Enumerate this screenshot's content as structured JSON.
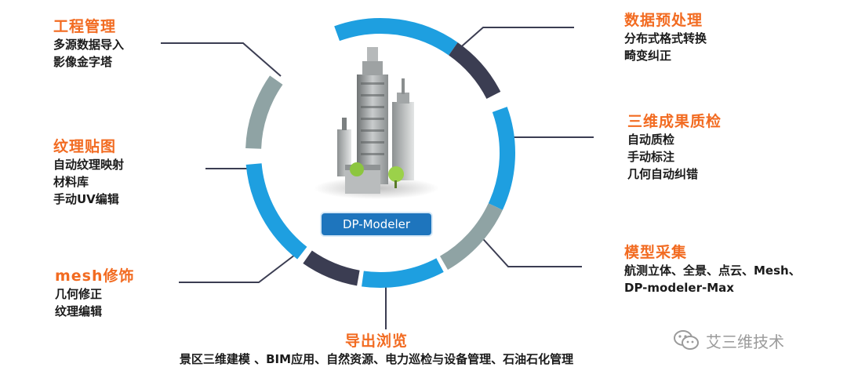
{
  "product": {
    "label": "DP-Modeler"
  },
  "colors": {
    "accent": "#f26b21",
    "blue": "#1e9fe0",
    "gray": "#8fa3a4",
    "dark": "#3b3d52",
    "label_bg": "#1e75bd"
  },
  "blocks": [
    {
      "id": "project",
      "title": "工程管理",
      "items": [
        "多源数据导入",
        "影像金字塔"
      ]
    },
    {
      "id": "texture",
      "title": "纹理贴图",
      "items": [
        "自动纹理映射",
        "材料库",
        "手动UV编辑"
      ]
    },
    {
      "id": "mesh",
      "title": "mesh修饰",
      "items": [
        "几何修正",
        "纹理编辑"
      ]
    },
    {
      "id": "preprocess",
      "title": "数据预处理",
      "items": [
        "分布式格式转换",
        "畸变纠正"
      ]
    },
    {
      "id": "qc",
      "title": "三维成果质检",
      "items": [
        "自动质检",
        "手动标注",
        "几何自动纠错"
      ]
    },
    {
      "id": "collect",
      "title": "模型采集",
      "items": [
        "航测立体、全景、点云、Mesh、",
        "DP-modeler-Max"
      ]
    },
    {
      "id": "export",
      "title": "导出浏览",
      "items": [
        "景区三维建模 、BIM应用、自然资源、电力巡检与设备管理、石油石化管理"
      ]
    }
  ],
  "watermark": {
    "text": "艾三维技术",
    "icon": "wechat-icon"
  }
}
